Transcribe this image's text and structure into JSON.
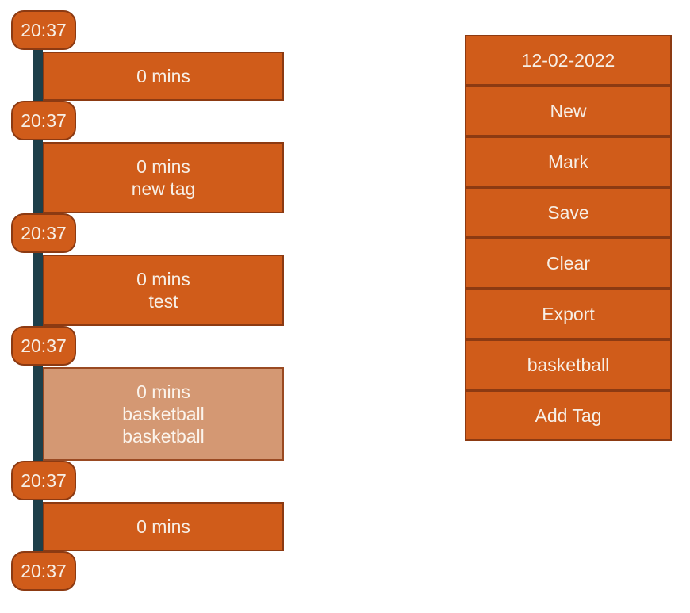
{
  "timeline": {
    "times": [
      "20:37",
      "20:37",
      "20:37",
      "20:37",
      "20:37",
      "20:37"
    ],
    "entries": [
      {
        "duration": "0 mins",
        "tags": []
      },
      {
        "duration": "0 mins",
        "tags": [
          "new tag"
        ]
      },
      {
        "duration": "0 mins",
        "tags": [
          "test"
        ]
      },
      {
        "duration": "0 mins",
        "tags": [
          "basketball",
          "basketball"
        ],
        "selected": true
      },
      {
        "duration": "0 mins",
        "tags": []
      }
    ]
  },
  "sidebar": {
    "date": "12-02-2022",
    "new_label": "New",
    "mark_label": "Mark",
    "save_label": "Save",
    "clear_label": "Clear",
    "export_label": "Export",
    "current_tag": "basketball",
    "add_tag_label": "Add Tag"
  },
  "colors": {
    "accent": "#d05c1a",
    "accent_border": "#8c3a12",
    "selected": "#d49873",
    "timeline_bar": "#1e3f4a",
    "text": "#f7efe6"
  }
}
